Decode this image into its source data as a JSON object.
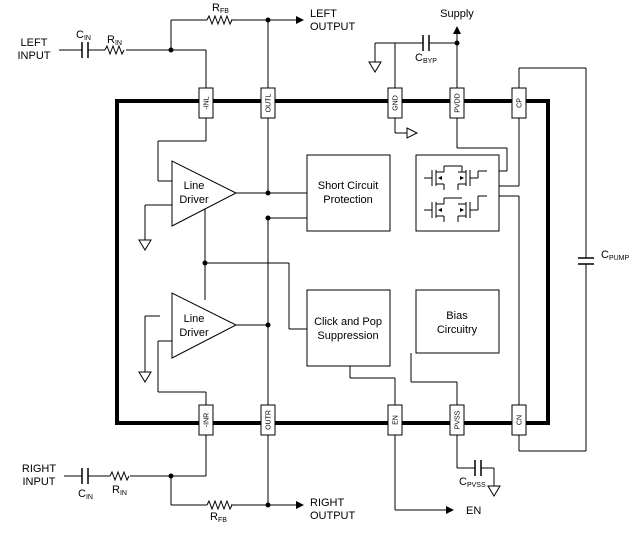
{
  "external": {
    "left_input": [
      "LEFT",
      "INPUT"
    ],
    "right_input": [
      "RIGHT",
      "INPUT"
    ],
    "left_output": [
      "LEFT",
      "OUTPUT"
    ],
    "right_output": [
      "RIGHT",
      "OUTPUT"
    ],
    "supply": "Supply",
    "en": "EN"
  },
  "components": {
    "c_in": {
      "main": "C",
      "sub": "IN"
    },
    "r_in": {
      "main": "R",
      "sub": "IN"
    },
    "r_fb": {
      "main": "R",
      "sub": "FB"
    },
    "c_byp": {
      "main": "C",
      "sub": "BYP"
    },
    "c_pvss": {
      "main": "C",
      "sub": "PVSS"
    },
    "c_pump": {
      "main": "C",
      "sub": "PUMP"
    }
  },
  "pins": {
    "inl": "-INL",
    "outl": "OUTL",
    "gnd": "GND",
    "pvdd": "PVDD",
    "cp": "CP",
    "inr": "-INR",
    "outr": "OUTR",
    "en": "EN",
    "pvss": "PVSS",
    "cn": "CN"
  },
  "blocks": {
    "line_driver": [
      "Line",
      "Driver"
    ],
    "short_circuit": [
      "Short Circuit",
      "Protection"
    ],
    "click_pop": [
      "Click and Pop",
      "Suppression"
    ],
    "bias": [
      "Bias",
      "Circuitry"
    ]
  }
}
